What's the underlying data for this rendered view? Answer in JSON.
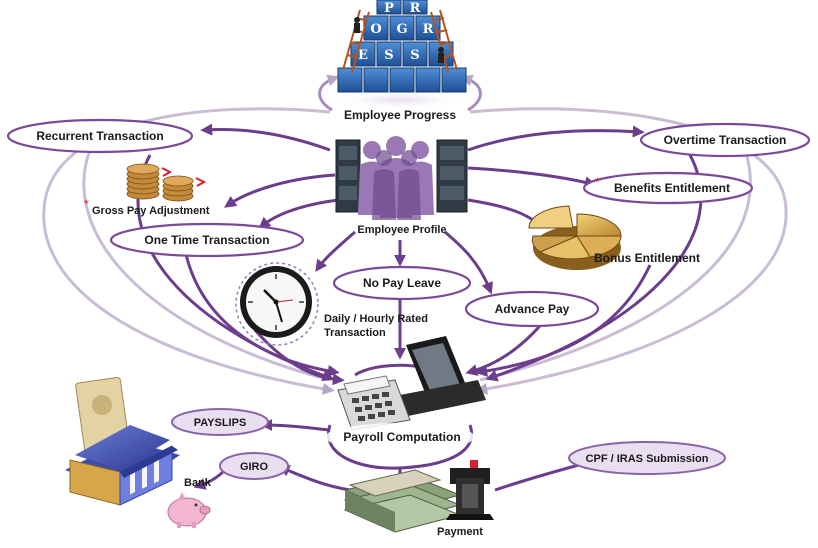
{
  "colors": {
    "accent_purple": "#6d3d8d",
    "light_purple": "#c9bcd4",
    "pill_lavender": "#e9dff1",
    "required_marker": "#d6202a"
  },
  "progress_blocks": [
    "P",
    "R",
    "O",
    "G",
    "R",
    "E",
    "S",
    "S"
  ],
  "nodes": {
    "employee_progress": "Employee Progress",
    "employee_profile": "Employee Profile",
    "recurrent_transaction": "Recurrent Transaction",
    "overtime_transaction": "Overtime Transaction",
    "gross_pay_adjustment": "Gross Pay Adjustment",
    "benefits_entitlement": "Benefits Entitlement",
    "one_time_transaction": "One Time Transaction",
    "bonus_entitlement": "Bonus Entitlement",
    "no_pay_leave": "No Pay Leave",
    "advance_pay": "Advance Pay",
    "daily_hourly_line1": "Daily / Hourly Rated",
    "daily_hourly_line2": "Transaction",
    "payroll_computation": "Payroll Computation",
    "payslips": "PAYSLIPS",
    "giro": "GIRO",
    "bank": "Bank",
    "cpf_iras": "CPF / IRAS Submission",
    "payment": "Payment"
  },
  "required_marker": "*",
  "icons": {
    "progress": "progress-blocks-icon",
    "profile": "employee-profile-icon",
    "coins": "coins-icon",
    "pie": "pie-chart-icon",
    "clock": "clock-icon",
    "terminal": "pos-terminal-icon",
    "calculator": "calculator-icon",
    "bank": "bank-building-icon",
    "piggy": "piggy-bank-icon",
    "money": "money-stack-icon",
    "stamp": "stamp-icon"
  }
}
